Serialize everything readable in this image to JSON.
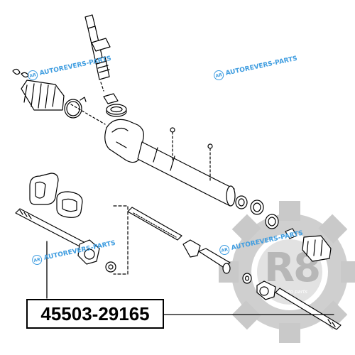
{
  "part_number": "45503-29165",
  "watermark": {
    "text": "AUTOREVERS-PARTS",
    "logo_text": "AR"
  },
  "brand_mark": {
    "text": "R8",
    "sub_text": "auto parts"
  },
  "colors": {
    "watermark": "#3f9de0",
    "brand_mark": "#bfbfbf",
    "line": "#000000"
  }
}
